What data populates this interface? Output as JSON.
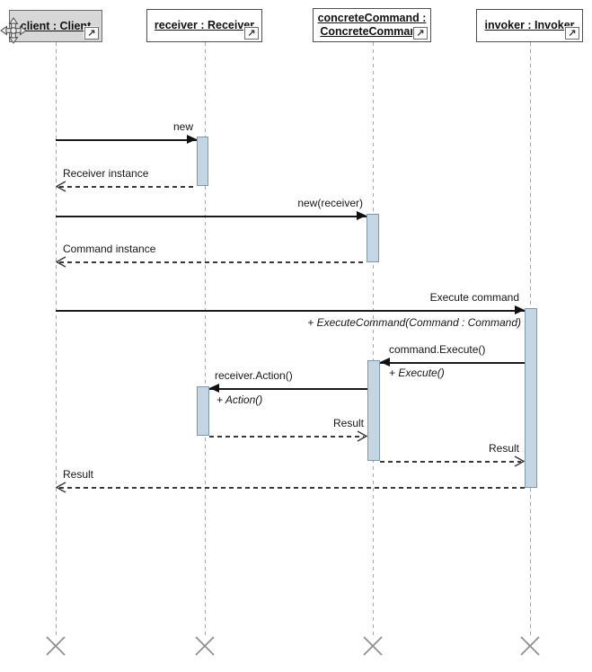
{
  "diagram": {
    "kind": "uml-sequence-diagram",
    "subject": "Command pattern interaction"
  },
  "lifelines": [
    {
      "name": "client : Client",
      "selected": true
    },
    {
      "name": "receiver : Receiver",
      "selected": false
    },
    {
      "name": "concreteCommand :\nConcreteCommand",
      "selected": false
    },
    {
      "name": "invoker : Invoker",
      "selected": false
    }
  ],
  "messages": {
    "create_receiver": {
      "label": "new",
      "kind": "call"
    },
    "receiver_instance": {
      "label": "Receiver instance",
      "kind": "return"
    },
    "create_command": {
      "label": "new(receiver)",
      "kind": "call"
    },
    "command_instance": {
      "label": "Command instance",
      "kind": "return"
    },
    "execute_command": {
      "label": "Execute command",
      "signature": "+ ExecuteCommand(Command : Command)",
      "kind": "call"
    },
    "command_execute": {
      "label": "command.Execute()",
      "signature": "+ Execute()",
      "kind": "call"
    },
    "receiver_action": {
      "label": "receiver.Action()",
      "signature": "+ Action()",
      "kind": "call"
    },
    "result_to_concrete_command": {
      "label": "Result",
      "kind": "return"
    },
    "result_to_invoker": {
      "label": "Result",
      "kind": "return"
    },
    "result_to_client": {
      "label": "Result",
      "kind": "return"
    }
  },
  "icons": {
    "navigate_glyph": "↗"
  },
  "colors": {
    "activation_fill": "#c4d6e3",
    "activation_border": "#7e98ae",
    "selected_header_fill": "#d7d7d7",
    "lifeline_gray": "#a8a8a8",
    "message_line": "#1a1a1a",
    "destroy_x_gray": "#8f8f8f"
  }
}
